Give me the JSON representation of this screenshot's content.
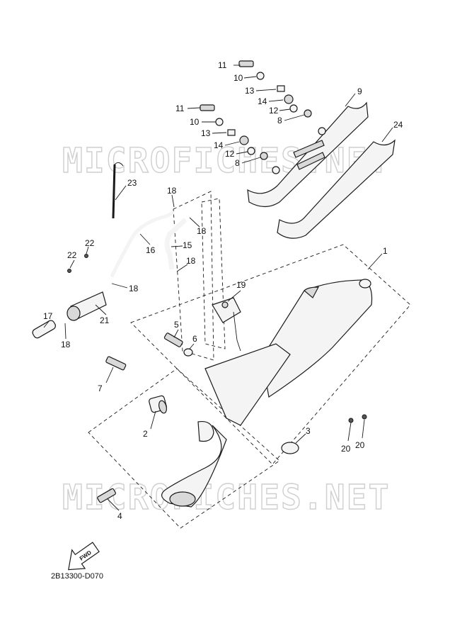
{
  "watermarks": [
    "MICROFICHES.NET",
    "MICROFICHES.NET"
  ],
  "diagram_code": "2B13300-D070",
  "fwd_label": "FWD",
  "callouts": {
    "c1": "1",
    "c2": "2",
    "c3": "3",
    "c4": "4",
    "c5": "5",
    "c6": "6",
    "c7": "7",
    "c8a": "8",
    "c8b": "8",
    "c9": "9",
    "c10a": "10",
    "c10b": "10",
    "c11a": "11",
    "c11b": "11",
    "c12a": "12",
    "c12b": "12",
    "c13a": "13",
    "c13b": "13",
    "c14a": "14",
    "c14b": "14",
    "c15": "15",
    "c16": "16",
    "c17": "17",
    "c18a": "18",
    "c18b": "18",
    "c18c": "18",
    "c18d": "18",
    "c18e": "18",
    "c19": "19",
    "c20a": "20",
    "c20b": "20",
    "c21": "21",
    "c22a": "22",
    "c22b": "22",
    "c23": "23",
    "c24": "24"
  }
}
